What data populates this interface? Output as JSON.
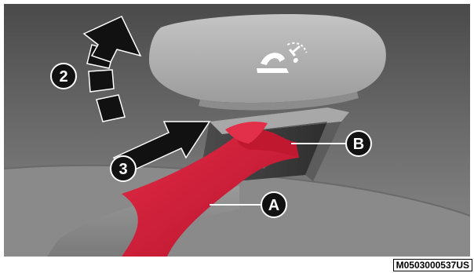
{
  "figure": {
    "code": "M0503000537US",
    "step_callouts": [
      {
        "label": "2",
        "meaning": "lift cover"
      },
      {
        "label": "3",
        "meaning": "insert strap"
      }
    ],
    "letter_callouts": [
      {
        "label": "A",
        "part": "tether strap"
      },
      {
        "label": "B",
        "part": "strap loop"
      }
    ],
    "icons": [
      "child-seat-tether-icon",
      "curved-lift-arrow-icon",
      "straight-insert-arrow-icon"
    ],
    "colors": {
      "strap": "#d41e3a",
      "background_dark": "#3e3e3e",
      "background_light": "#8c8c8c",
      "callout_fill": "#111111"
    }
  }
}
